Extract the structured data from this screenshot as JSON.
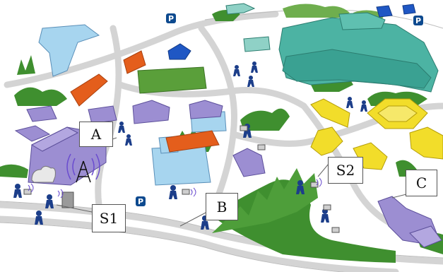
{
  "labels": {
    "zone_a": "A",
    "zone_b": "B",
    "zone_c": "C",
    "station_s1": "S1",
    "station_s2": "S2"
  },
  "parking": {
    "symbol": "P"
  },
  "colors": {
    "road": "#d3d3d3",
    "vegetation": "#3f8f2f",
    "building_lavender": "#9c8ed2",
    "building_lightblue": "#a7d5ef",
    "building_teal": "#4cb3a3",
    "building_yellow": "#f2dd2a",
    "building_orange": "#e45e1c",
    "building_green": "#5a9f3a",
    "building_blue": "#1f57c4",
    "user_figure": "#1c3e8a"
  }
}
